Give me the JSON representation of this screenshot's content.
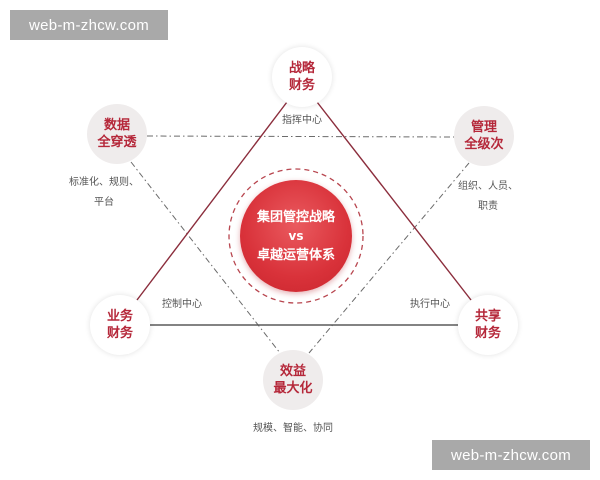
{
  "watermarks": {
    "top_left": "web-m-zhcw.com",
    "bottom_right": "web-m-zhcw.com"
  },
  "center": {
    "line1": "集团管控战略",
    "line2": "vs",
    "line3": "卓越运营体系",
    "fill_color": "#d9323a"
  },
  "nodes": {
    "strategy_finance": {
      "line1": "战略",
      "line2": "财务",
      "caption": "指挥中心"
    },
    "data_penetration": {
      "line1": "数据",
      "line2": "全穿透",
      "caption_line1": "标准化、规则、",
      "caption_line2": "平台"
    },
    "management_levels": {
      "line1": "管理",
      "line2": "全级次",
      "caption_line1": "组织、人员、",
      "caption_line2": "职责"
    },
    "business_finance": {
      "line1": "业务",
      "line2": "财务",
      "caption": "控制中心"
    },
    "shared_finance": {
      "line1": "共享",
      "line2": "财务",
      "caption": "执行中心"
    },
    "benefit_max": {
      "line1": "效益",
      "line2": "最大化",
      "caption": "规模、智能、协同"
    }
  },
  "colors": {
    "node_text": "#b5283a",
    "solid_line": "#8a3a45",
    "dash_line": "#666666",
    "caption_text": "#555555"
  }
}
